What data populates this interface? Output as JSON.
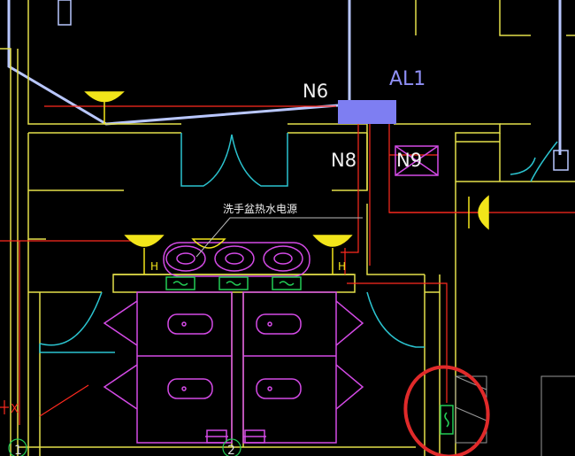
{
  "drawing": {
    "background": "#000000",
    "labels": {
      "panel_al1": "AL1",
      "node_n6": "N6",
      "node_n8": "N8",
      "node_n9": "N9",
      "note_washbasin_water_heater": "洗手盆热水电源",
      "heater_mark_left": "H",
      "heater_mark_right": "H",
      "axis_x": "X",
      "grid_axis_1": "1",
      "grid_axis_2": "2"
    },
    "colors": {
      "wall": "#e4e04a",
      "wiring": "#ff2a1f",
      "conduit": "#b9c7ff",
      "panel": "#7e7ef2",
      "door": "#2bc3cf",
      "fixture": "#d44ae6",
      "lamp": "#f2e51a",
      "socket": "#22cc55",
      "annotation": "#e02a2a",
      "text": "#f0f0f0",
      "panel_text": "#8f8ff5"
    }
  }
}
